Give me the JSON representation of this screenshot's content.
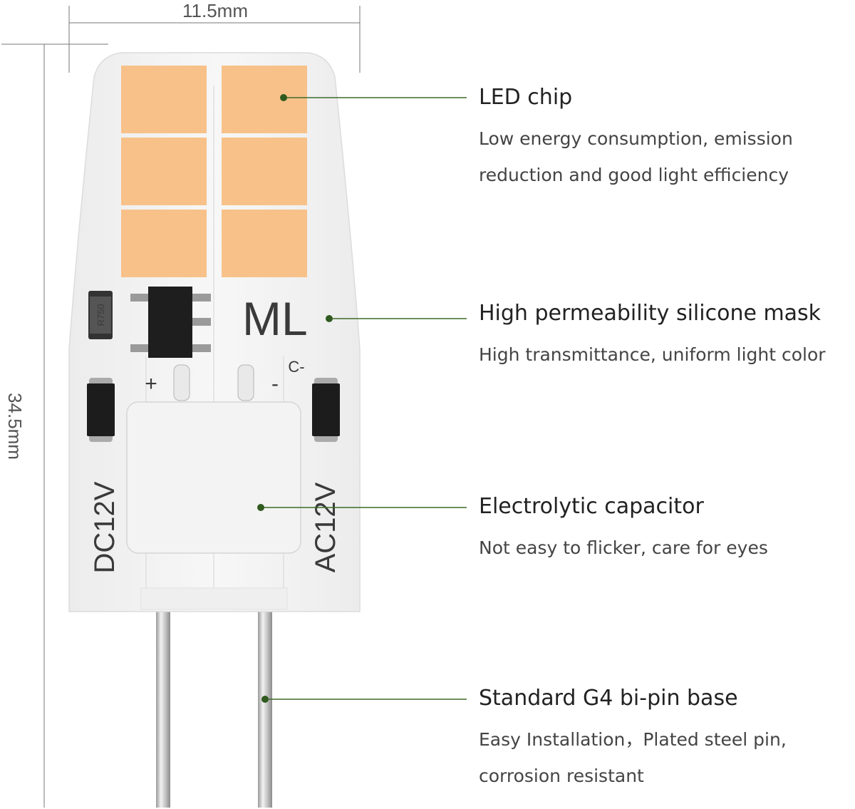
{
  "dimensions": {
    "width_label": "11.5mm",
    "height_label": "34.5mm"
  },
  "bulb": {
    "brand_mark": "ML",
    "resistor_code": "R750",
    "plus_label": "+",
    "minus_label": "-",
    "c_minus_label": "C-",
    "dc_label": "DC12V",
    "ac_label": "AC12V"
  },
  "colors": {
    "led_chip": "#f8c18a",
    "callout_line": "#3d6b2a",
    "callout_dot": "#2f5a1f"
  },
  "features": [
    {
      "title": "LED chip",
      "desc_lines": [
        "Low energy consumption, emission",
        "reduction and good light efficiency"
      ]
    },
    {
      "title": "High permeability silicone mask",
      "desc_lines": [
        "High transmittance, uniform light color"
      ]
    },
    {
      "title": "Electrolytic capacitor",
      "desc_lines": [
        "Not easy to flicker, care for eyes"
      ]
    },
    {
      "title": "Standard G4 bi-pin base",
      "desc_lines": [
        "Easy Installation，Plated steel pin,",
        "corrosion resistant"
      ]
    }
  ]
}
